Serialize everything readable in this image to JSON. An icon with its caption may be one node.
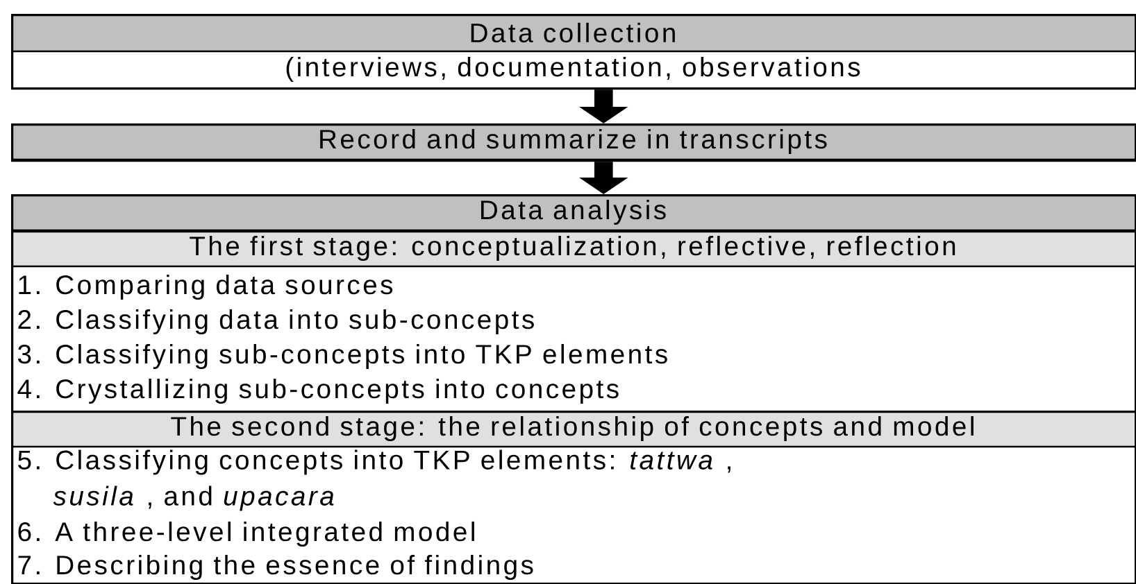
{
  "diagram": {
    "nodes": [
      {
        "text": [
          "Data collection",
          "(interviews, documentation, observations"
        ]
      },
      {
        "text": [
          "Record and summarize in transcripts"
        ]
      },
      {
        "text": [
          "Data analysis"
        ]
      },
      {
        "text": [
          "The first stage: conceptualization, reflective, reflection",
          "1. Comparing data sources",
          "2. Classifying data into sub-concepts",
          "3. Classifying sub-concepts into TKP elements",
          "4. Crystallizing sub-concepts into concepts"
        ]
      },
      {
        "text": [
          "The second stage: the relationship of concepts and model",
          "5. Classifying concepts into TKP elements: *tattwa* , *susila* , and *upacara*",
          "6. A three-level integrated model",
          "7. Describing the essence of findings"
        ]
      }
    ],
    "edges": [
      {
        "from": 0,
        "to": 1,
        "arrow": "to"
      },
      {
        "from": 1,
        "to": 2,
        "arrow": "to"
      }
    ]
  }
}
